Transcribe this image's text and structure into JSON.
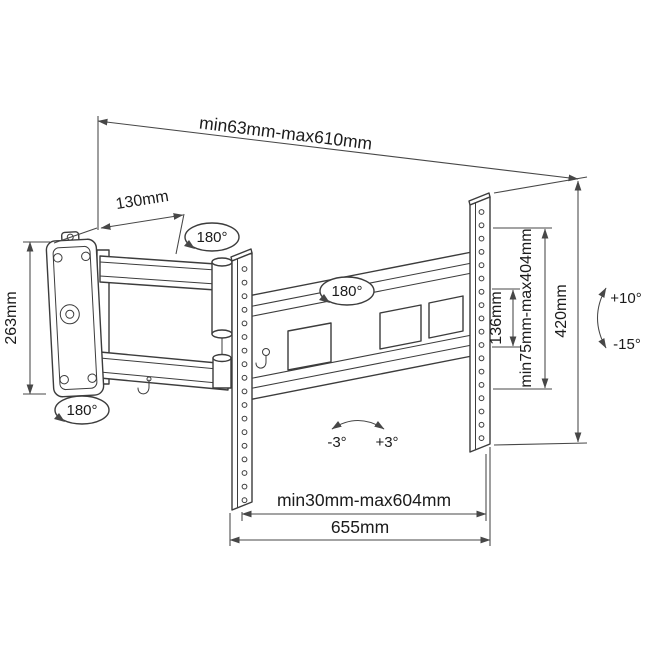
{
  "colors": {
    "part_line": "#3c3c3c",
    "dimension_line": "#474747",
    "text": "#1b1b1b",
    "background": "#ffffff"
  },
  "labels": {
    "extension_range": "min63mm-max610mm",
    "plate_width": "130mm",
    "plate_height": "263mm",
    "swivel_arm": "180°",
    "swivel_panel": "180°",
    "swivel_wall": "180°",
    "tilt_up": "+10°",
    "tilt_down": "-15°",
    "rail_height": "420mm",
    "vesa_vertical_range": "min75mm-max404mm",
    "crossbar_spacing": "136mm",
    "level_left": "-3°",
    "level_right": "+3°",
    "vesa_horizontal_range": "min30mm-max604mm",
    "overall_width": "655mm"
  }
}
